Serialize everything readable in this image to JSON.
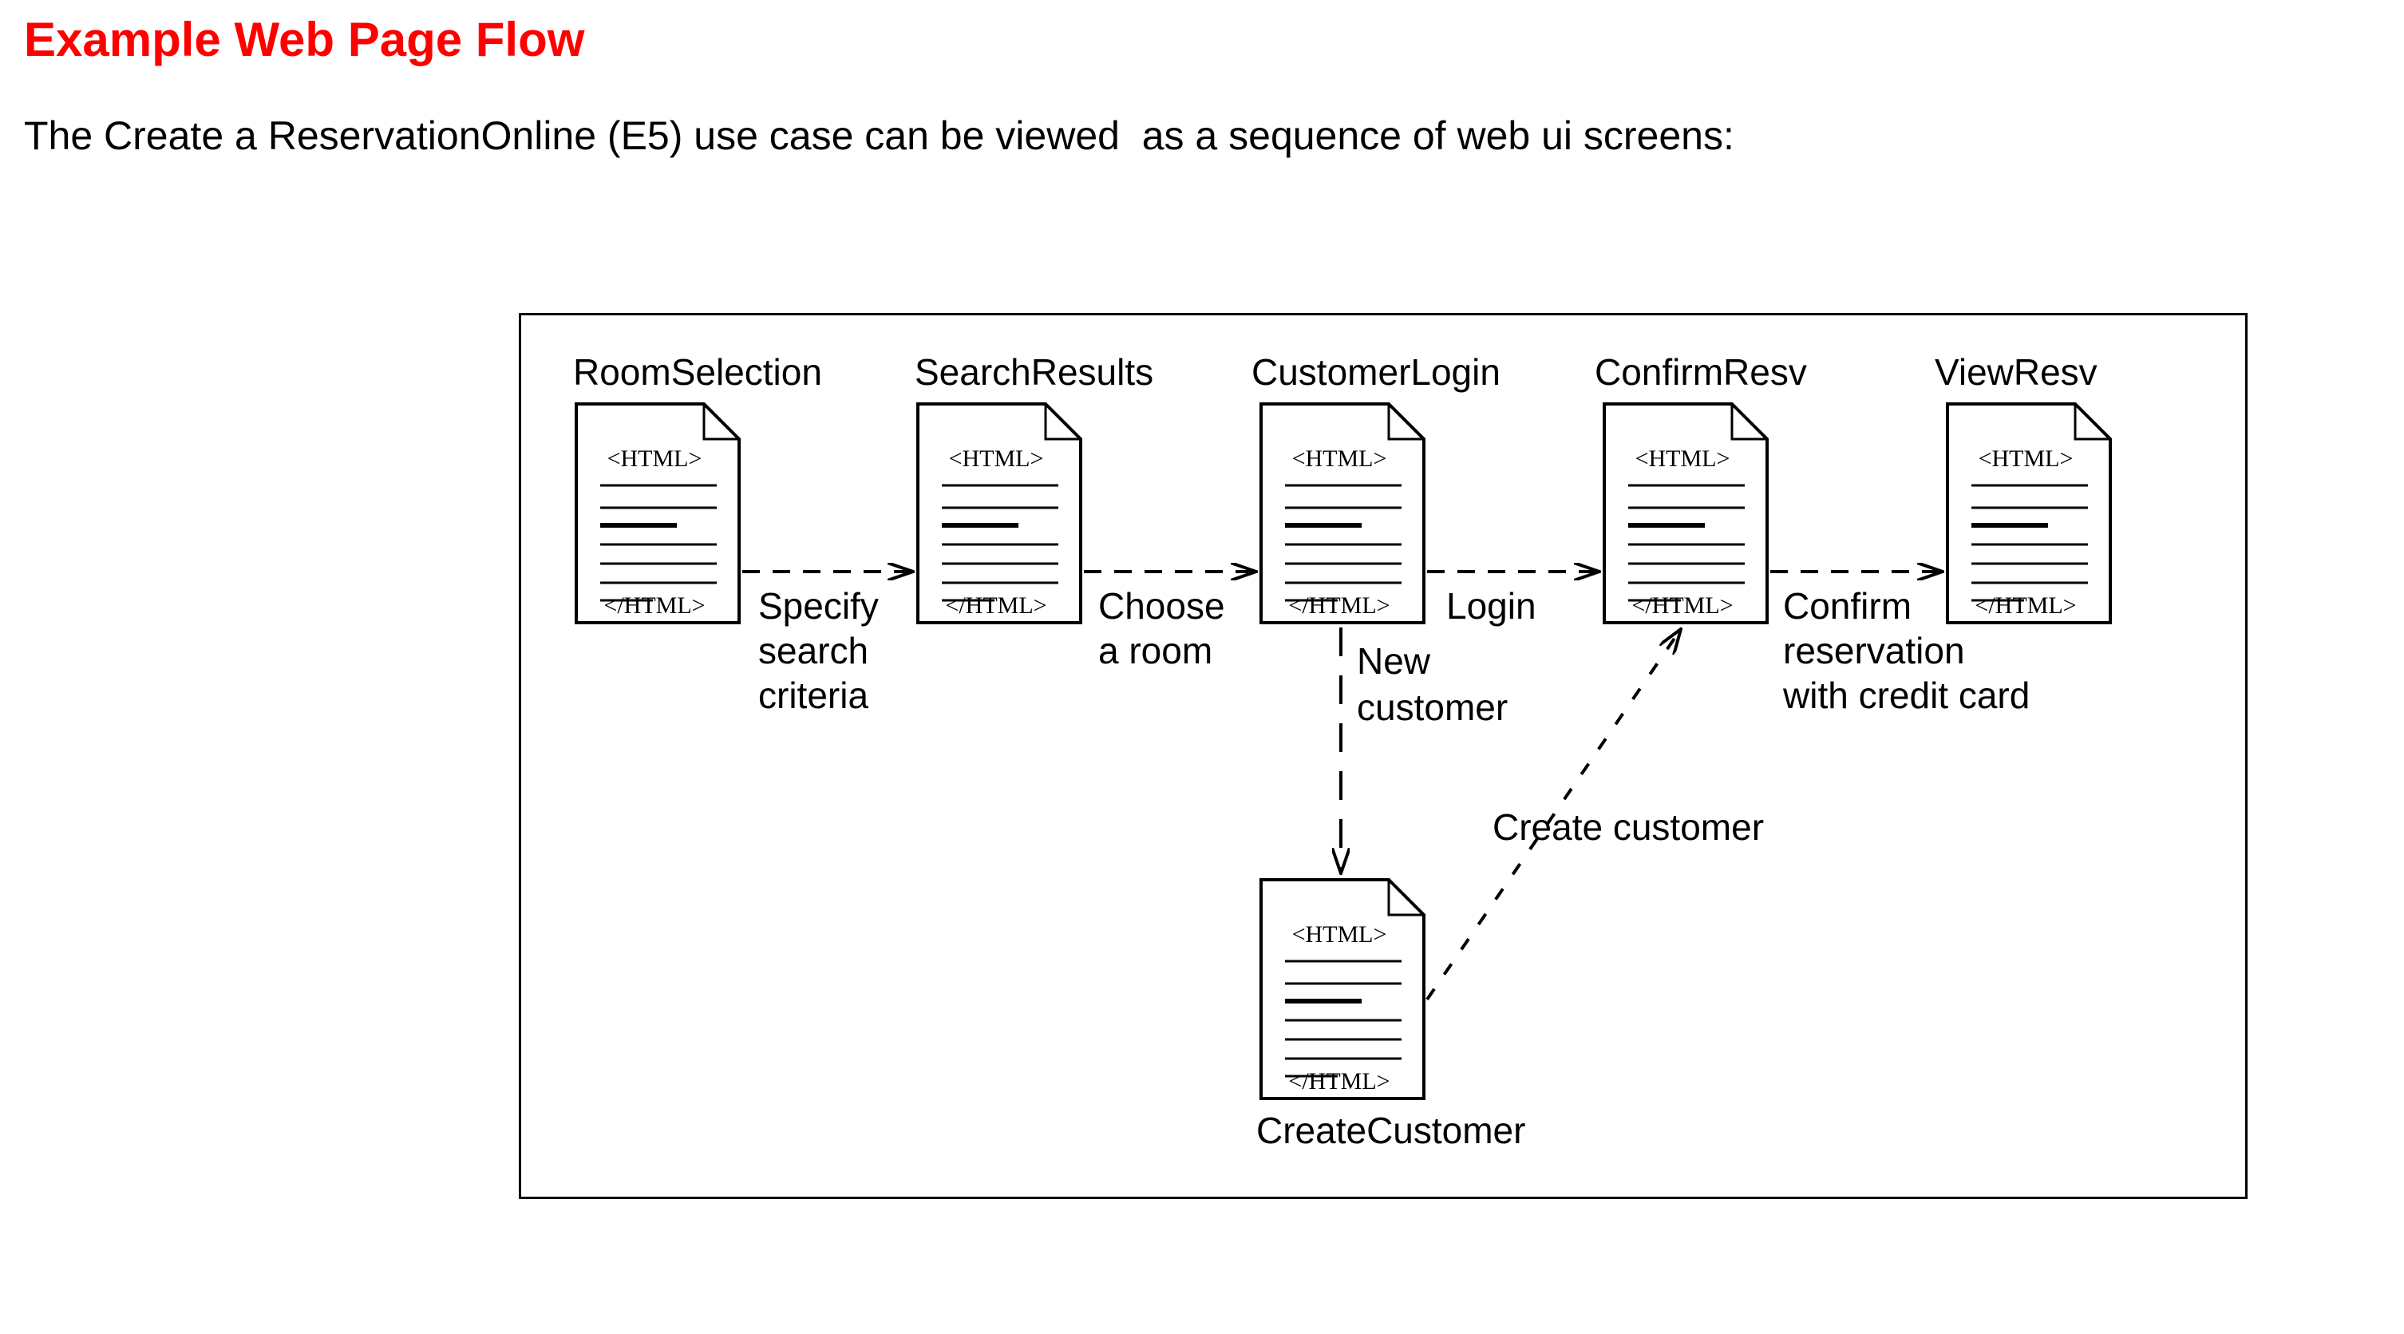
{
  "heading": "Example Web Page Flow",
  "intro": "The Create a ReservationOnline (E5) use case can be viewed  as a sequence of web ui screens:",
  "colors": {
    "heading": "#ff0000",
    "text": "#000000",
    "line": "#000000"
  },
  "diagram": {
    "document_icon": {
      "open_tag": "<HTML>",
      "close_tag": "</HTML>"
    },
    "screens": [
      {
        "id": "room-selection",
        "label": "RoomSelection"
      },
      {
        "id": "search-results",
        "label": "SearchResults"
      },
      {
        "id": "customer-login",
        "label": "CustomerLogin"
      },
      {
        "id": "confirm-resv",
        "label": "ConfirmResv"
      },
      {
        "id": "view-resv",
        "label": "ViewResv"
      },
      {
        "id": "create-customer",
        "label": "CreateCustomer"
      }
    ],
    "transitions": [
      {
        "from": "room-selection",
        "to": "search-results",
        "label_lines": [
          "Specify",
          "search",
          "criteria"
        ]
      },
      {
        "from": "search-results",
        "to": "customer-login",
        "label_lines": [
          "Choose",
          "a room"
        ]
      },
      {
        "from": "customer-login",
        "to": "confirm-resv",
        "label_lines": [
          "Login"
        ]
      },
      {
        "from": "confirm-resv",
        "to": "view-resv",
        "label_lines": [
          "Confirm",
          "reservation",
          "with credit card"
        ]
      },
      {
        "from": "customer-login",
        "to": "create-customer",
        "label_lines": [
          "New",
          "customer"
        ]
      },
      {
        "from": "create-customer",
        "to": "confirm-resv",
        "label_lines": [
          "Create customer"
        ]
      }
    ]
  }
}
